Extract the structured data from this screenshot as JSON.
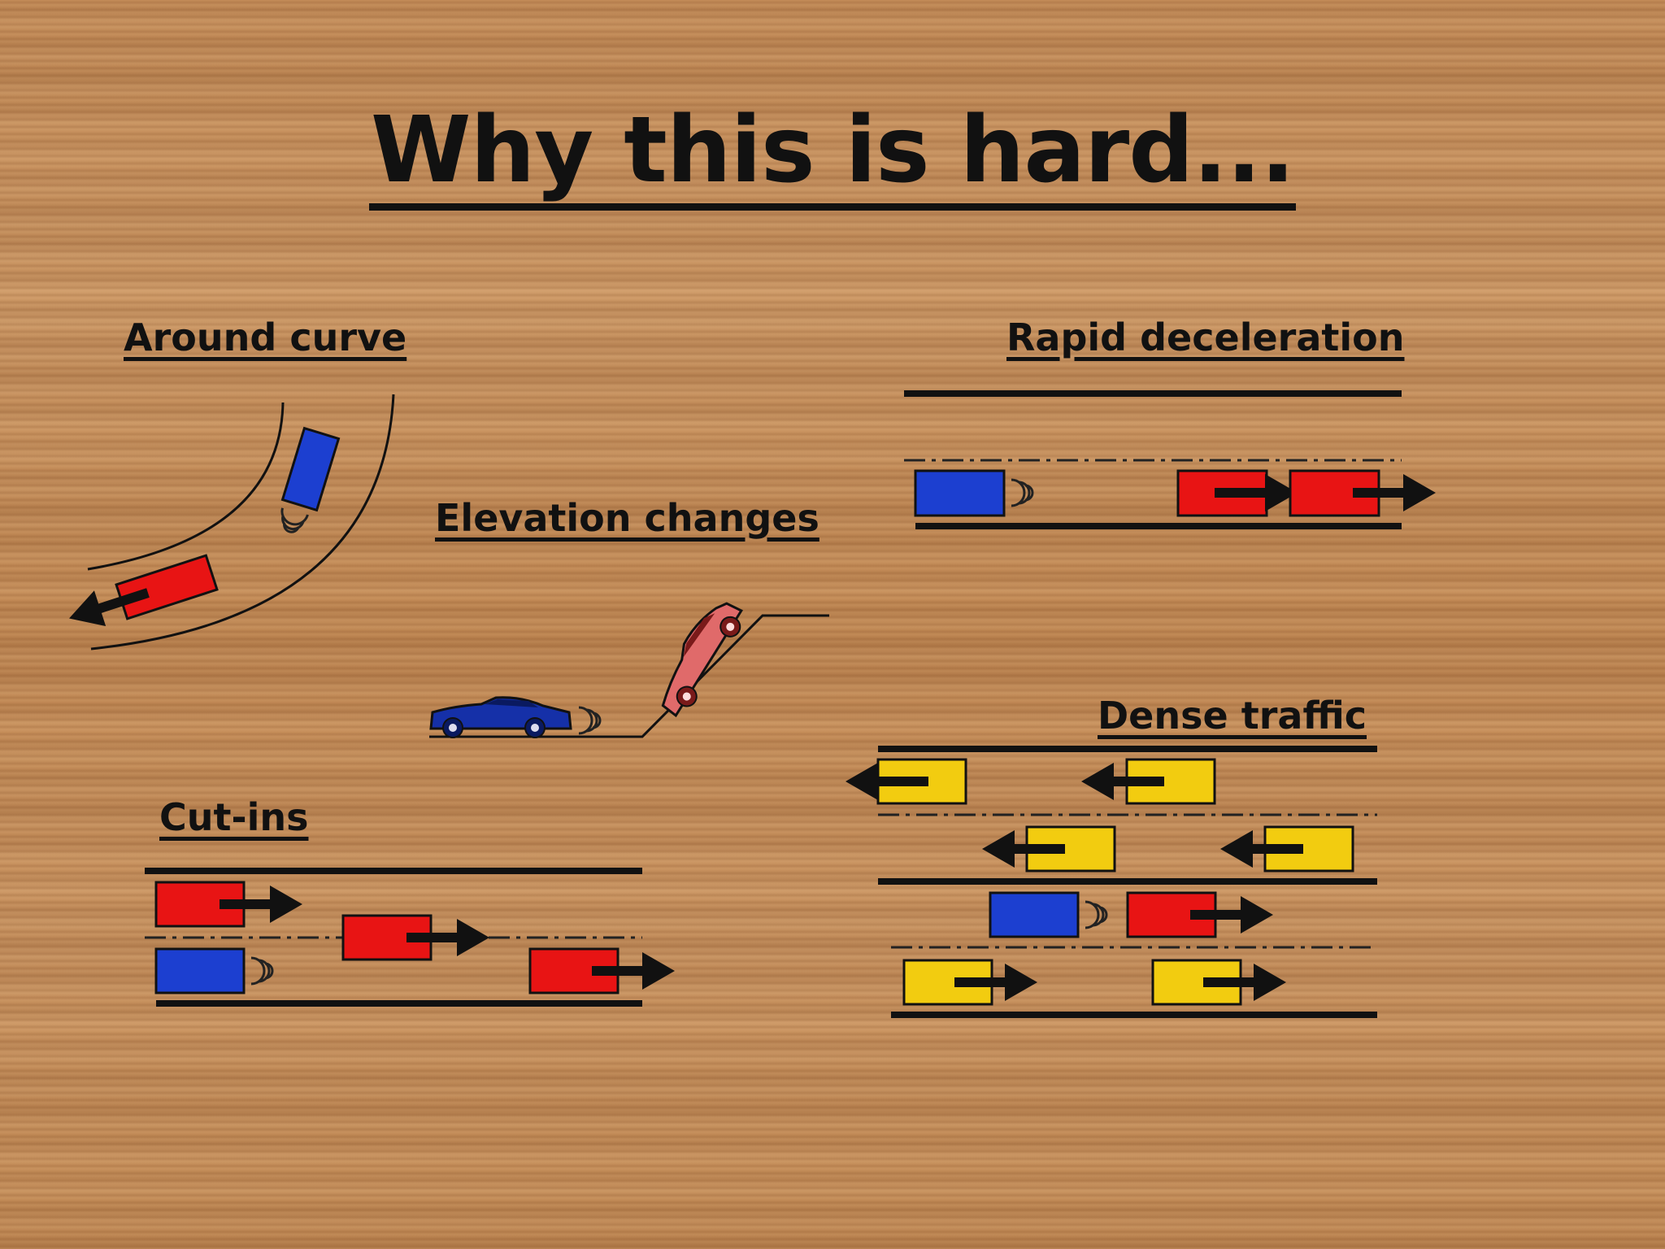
{
  "title": "Why this is hard...",
  "scenarios": {
    "around_curve": "Around curve",
    "rapid_deceleration": "Rapid deceleration",
    "elevation_changes": "Elevation changes",
    "dense_traffic": "Dense traffic",
    "cut_ins": "Cut-ins"
  },
  "colors": {
    "ego_vehicle": "#1c3fd0",
    "other_vehicle": "#e81414",
    "traffic_vehicle": "#f2cc10",
    "road_line": "#111111"
  },
  "icons": [
    "arrow-icon",
    "sensor-wave-icon",
    "sports-car-icon"
  ]
}
